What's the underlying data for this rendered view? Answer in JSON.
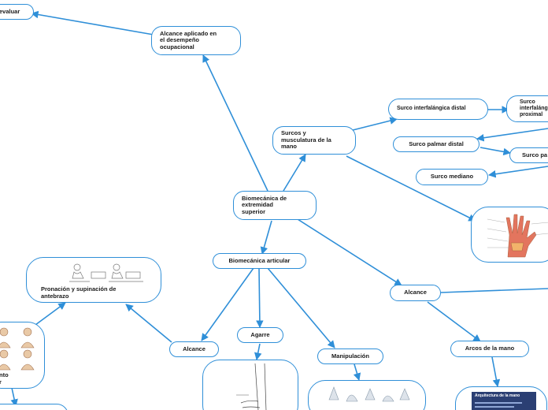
{
  "nodes": {
    "evaluar": "evaluar",
    "alcance_aplicado": "Alcance aplicado en el desempeño ocupacional",
    "surcos": "Surcos y musculatura de la mano",
    "biomecanica": "Biomecánica de extremidad superior",
    "surco_distal": "Surco interfalángica distal",
    "surco_proximal": "Surco interfalángica proximal",
    "surco_palmar_distal": "Surco palmar distal",
    "surco_pa": "Surco pa",
    "surco_mediano": "Surco mediano",
    "biomecanica_articular": "Biomecánica articular",
    "pronacion": "Pronación y supinación de antebrazo",
    "alcance_right": "Alcance",
    "alcance_left": "Alcance",
    "agarre": "Agarre",
    "manipulacion": "Manipulación",
    "arcos": "Arcos de la mano",
    "left_partial_1": "nto",
    "left_partial_2": "r"
  },
  "images": {
    "pronacion_img": "forearm-pronation-illustration",
    "hand_muscles_img": "hand-muscles-illustration",
    "shoulder_img": "shoulder-movement-illustration",
    "agarre_img": "grip-line-drawing",
    "manipulacion_img": "manipulation-illustrations",
    "arcos_img": "arches-slide-thumbnail",
    "arcos_slide_title": "Arquitectura de la mano"
  },
  "colors": {
    "edge": "#2f8fd8",
    "node_border": "#2f8fd8"
  }
}
